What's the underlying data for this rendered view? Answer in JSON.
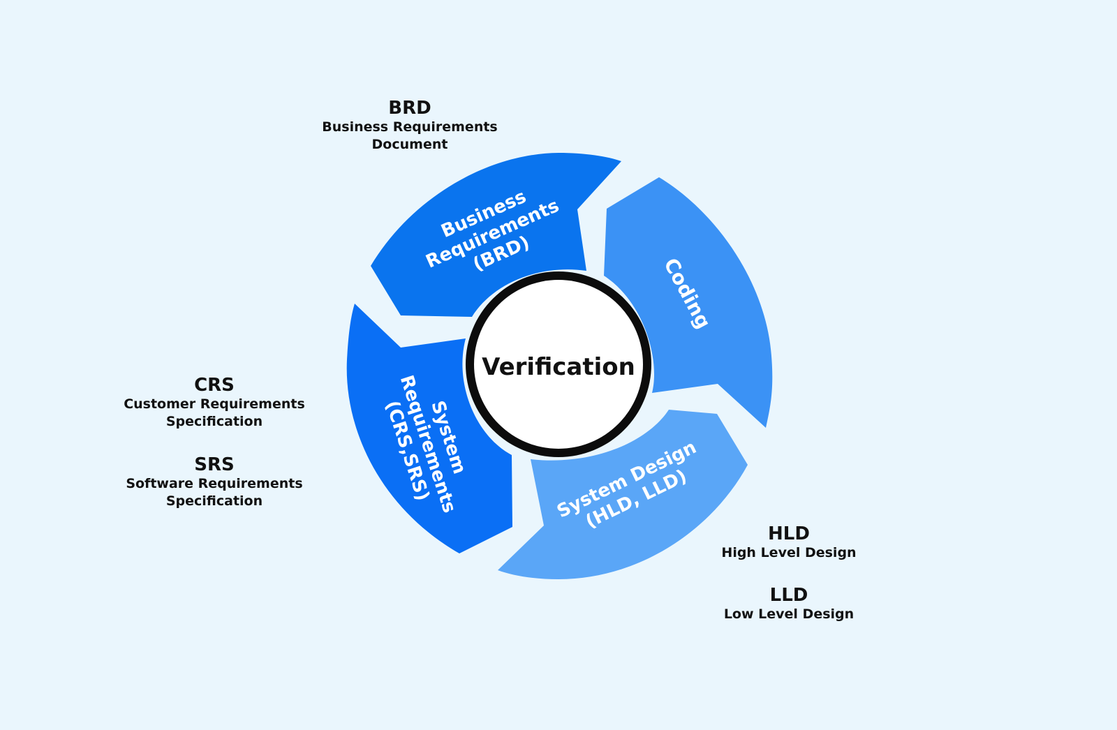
{
  "colors": {
    "background": "#eaf6fd",
    "business": "#0a74ee",
    "coding": "#3b92f5",
    "design": "#5aa6f7",
    "system": "#0a6ff5",
    "ring": "#0c0c0c",
    "center": "#ffffff",
    "segment_text": "#ffffff",
    "callout_text": "#111111"
  },
  "center": {
    "label": "Verification"
  },
  "segments": [
    {
      "id": "business-requirements",
      "lines": [
        "Business",
        "Requirements",
        "(BRD)"
      ],
      "color_key": "business"
    },
    {
      "id": "coding",
      "lines": [
        "Coding"
      ],
      "color_key": "coding"
    },
    {
      "id": "system-design",
      "lines": [
        "System Design",
        "(HLD, LLD)"
      ],
      "color_key": "design"
    },
    {
      "id": "system-requirements",
      "lines": [
        "System",
        "Requirements",
        "(CRS,SRS)"
      ],
      "color_key": "system"
    }
  ],
  "callouts": {
    "brd": {
      "abbr": "BRD",
      "line1": "Business Requirements",
      "line2": "Document"
    },
    "crs": {
      "abbr": "CRS",
      "line1": "Customer Requirements",
      "line2": "Specification"
    },
    "srs": {
      "abbr": "SRS",
      "line1": "Software Requirements",
      "line2": "Specification"
    },
    "hld": {
      "abbr": "HLD",
      "line1": "High Level Design"
    },
    "lld": {
      "abbr": "LLD",
      "line1": "Low Level Design"
    }
  }
}
